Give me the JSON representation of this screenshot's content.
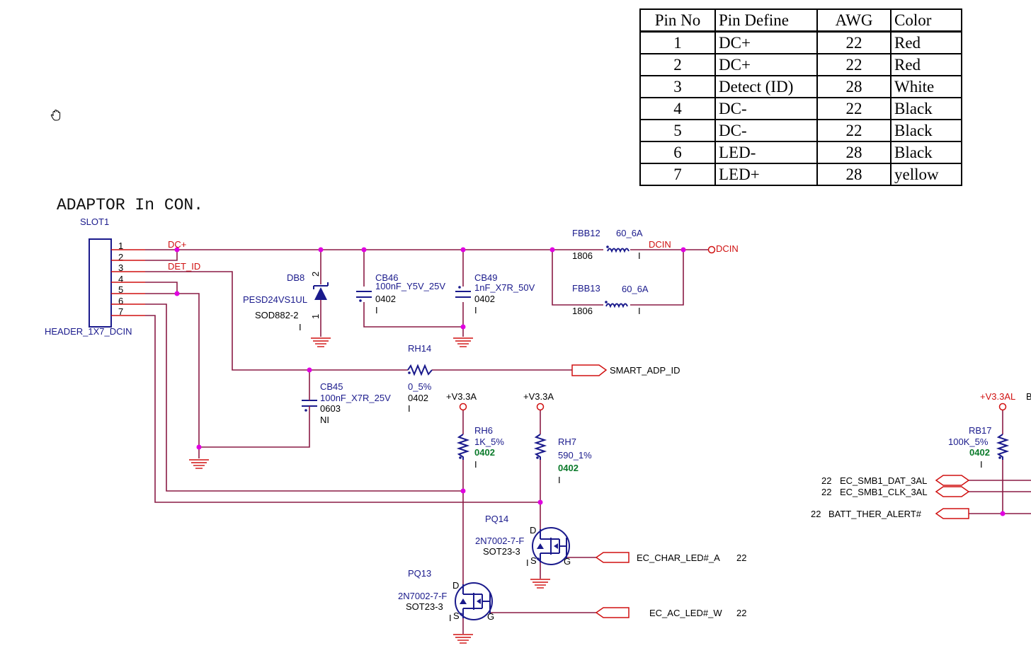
{
  "title": "ADAPTOR In CON.",
  "pin_table": {
    "headers": [
      "Pin No",
      "Pin Define",
      "AWG",
      "Color"
    ],
    "rows": [
      [
        "1",
        "DC+",
        "22",
        "Red"
      ],
      [
        "2",
        "DC+",
        "22",
        "Red"
      ],
      [
        "3",
        "Detect (ID)",
        "28",
        "White"
      ],
      [
        "4",
        "DC-",
        "22",
        "Black"
      ],
      [
        "5",
        "DC-",
        "22",
        "Black"
      ],
      [
        "6",
        "LED-",
        "28",
        "Black"
      ],
      [
        "7",
        "LED+",
        "28",
        "yellow"
      ]
    ]
  },
  "connector": {
    "ref": "SLOT1",
    "part": "HEADER_1X7_DCIN",
    "pins": [
      "1",
      "2",
      "3",
      "4",
      "5",
      "6",
      "7"
    ]
  },
  "nets": {
    "dc_plus": "DC+",
    "det_id": "DET_ID",
    "dcin": "DCIN",
    "dcin_port": "DCIN",
    "smart_adp_id": "SMART_ADP_ID",
    "v33a_1": "+V3.3A",
    "v33a_2": "+V3.3A",
    "v33al": "+V3.3AL",
    "v33al_suffix": "B",
    "ec_char_led": "EC_CHAR_LED#_A",
    "ec_char_led_page": "22",
    "ec_ac_led": "EC_AC_LED#_W",
    "ec_ac_led_page": "22",
    "smb_dat": "EC_SMB1_DAT_3AL",
    "smb_dat_page": "22",
    "smb_clk": "EC_SMB1_CLK_3AL",
    "smb_clk_page": "22",
    "batt_alert": "BATT_THER_ALERT#",
    "batt_alert_page": "22"
  },
  "components": {
    "db8": {
      "ref": "DB8",
      "part": "PESD24VS1UL",
      "pkg": "SOD882-2",
      "mark": "I",
      "pin_a": "2",
      "pin_k": "1"
    },
    "cb46": {
      "ref": "CB46",
      "value": "100nF_Y5V_25V",
      "pkg": "0402",
      "mark": "I"
    },
    "cb49": {
      "ref": "CB49",
      "value": "1nF_X7R_50V",
      "pkg": "0402",
      "mark": "I"
    },
    "fbb12": {
      "ref": "FBB12",
      "value": "60_6A",
      "pkg": "1806",
      "mark": "I"
    },
    "fbb13": {
      "ref": "FBB13",
      "value": "60_6A",
      "pkg": "1806",
      "mark": "I"
    },
    "rh14": {
      "ref": "RH14",
      "value": "0_5%",
      "pkg": "0402",
      "mark": "I"
    },
    "cb45": {
      "ref": "CB45",
      "value": "100nF_X7R_25V",
      "pkg": "0603",
      "mark": "NI"
    },
    "rh6": {
      "ref": "RH6",
      "value": "1K_5%",
      "pkg": "0402",
      "mark": "I"
    },
    "rh7": {
      "ref": "RH7",
      "value": "590_1%",
      "pkg": "0402",
      "mark": "I"
    },
    "pq14": {
      "ref": "PQ14",
      "part": "2N7002-7-F",
      "pkg": "SOT23-3",
      "mark": "I",
      "d": "D",
      "s": "S",
      "g": "G"
    },
    "pq13": {
      "ref": "PQ13",
      "part": "2N7002-7-F",
      "pkg": "SOT23-3",
      "mark": "I",
      "d": "D",
      "s": "S",
      "g": "G"
    },
    "rb17": {
      "ref": "RB17",
      "value": "100K_5%",
      "pkg": "0402",
      "mark": "I"
    }
  },
  "colors": {
    "wire": "#8a1b45",
    "net_label": "#d01010",
    "component": "#1a1a8c",
    "junction": "#e000e0",
    "package_green": "#0a7a2a"
  }
}
